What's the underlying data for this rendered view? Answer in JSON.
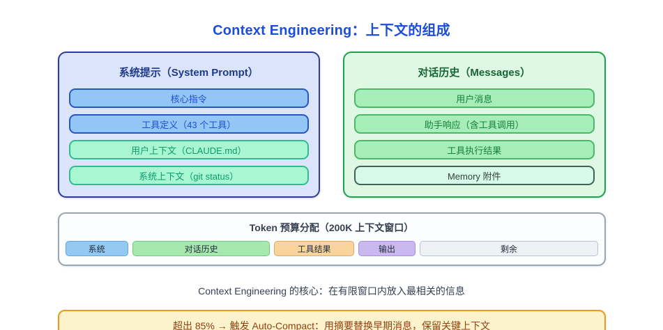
{
  "title": "Context Engineering：上下文的组成",
  "left_panel": {
    "title": "系统提示（System Prompt）",
    "items": [
      {
        "label": "核心指令"
      },
      {
        "label": "工具定义（43 个工具）"
      },
      {
        "label": "用户上下文（CLAUDE.md）"
      },
      {
        "label": "系统上下文（git status）"
      }
    ]
  },
  "right_panel": {
    "title": "对话历史（Messages）",
    "items": [
      {
        "label": "用户消息"
      },
      {
        "label": "助手响应（含工具调用）"
      },
      {
        "label": "工具执行结果"
      },
      {
        "label": "Memory 附件"
      }
    ]
  },
  "token_panel": {
    "title": "Token 预算分配（200K 上下文窗口）",
    "segments": [
      {
        "label": "系统",
        "width_pct": 12.1,
        "bg": "#93c9f3",
        "border": "#64a7dc",
        "text": "#1f2937"
      },
      {
        "label": "对话历史",
        "width_pct": 26.8,
        "bg": "#a6e8ae",
        "border": "#72c77e",
        "text": "#1f2937"
      },
      {
        "label": "工具结果",
        "width_pct": 15.4,
        "bg": "#f8d49c",
        "border": "#ddab64",
        "text": "#1f2937"
      },
      {
        "label": "输出",
        "width_pct": 11.0,
        "bg": "#cab9ef",
        "border": "#a78fdd",
        "text": "#1f2937"
      },
      {
        "label": "剩余",
        "width_pct": 34.7,
        "bg": "#eef1f6",
        "border": "#bac3d0",
        "text": "#1f2937"
      }
    ]
  },
  "caption": "Context Engineering 的核心：在有限窗口内放入最相关的信息",
  "alert": {
    "text": "超出 85% → 触发 Auto-Compact：用摘要替换早期消息，保留关键上下文"
  },
  "colors": {
    "title_accent": "#1d4ed8",
    "system_prompt_border": "#2d3c9c",
    "messages_border": "#1fa04e",
    "alert_border": "#e89b20",
    "alert_text": "#92400e"
  }
}
